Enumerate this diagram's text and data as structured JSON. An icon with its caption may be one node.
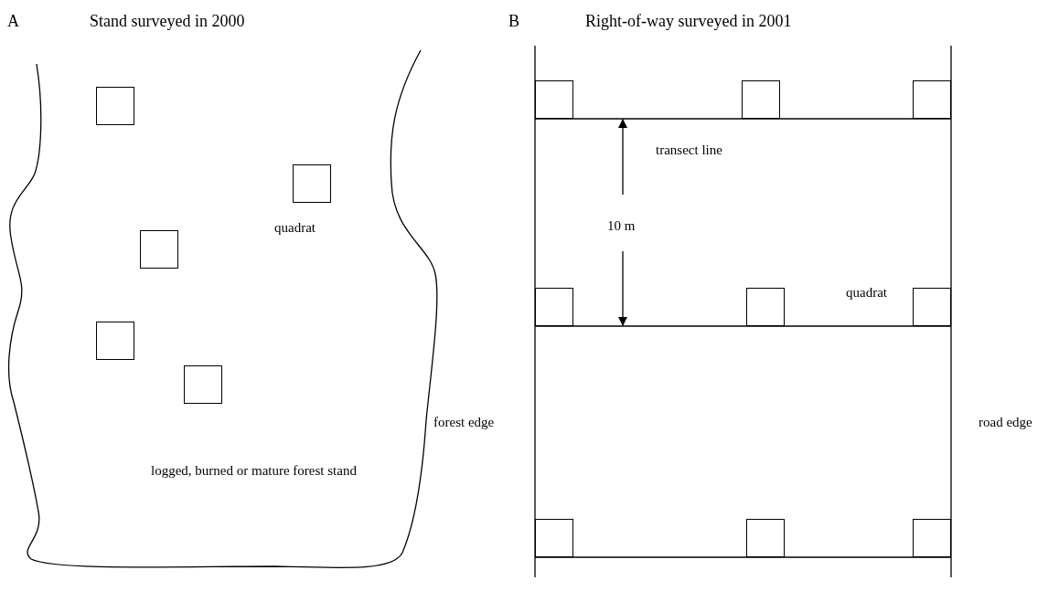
{
  "diagram": {
    "nodes": [
      {
        "text": [],
        "shape": "box"
      },
      {
        "text": [],
        "shape": "box"
      },
      {
        "text": [],
        "shape": "box"
      },
      {
        "text": [],
        "shape": "box"
      },
      {
        "text": [],
        "shape": "box"
      },
      {
        "text": [],
        "shape": "box"
      },
      {
        "text": [],
        "shape": "box"
      },
      {
        "text": [],
        "shape": "box"
      },
      {
        "text": [],
        "shape": "box"
      },
      {
        "text": [],
        "shape": "box"
      },
      {
        "text": [],
        "shape": "box"
      },
      {
        "text": [],
        "shape": "box"
      },
      {
        "text": [],
        "shape": "box"
      },
      {
        "text": [],
        "shape": "box"
      }
    ],
    "edges": [],
    "labels": [
      "A",
      "Stand surveyed in 2000",
      "B",
      "Right-of-way surveyed in 2001",
      "quadrat",
      "logged, burned or mature forest stand",
      "forest edge",
      "transect line",
      "10 m",
      "quadrat",
      "road edge"
    ]
  }
}
